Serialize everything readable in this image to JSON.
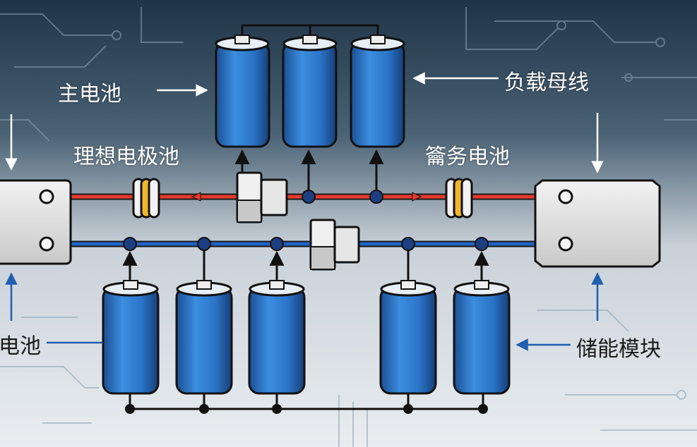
{
  "labels": {
    "main_battery": "主电池",
    "ideal_pole_battery": "理想电极池",
    "load_bus": "负载母线",
    "service_battery": "籥务电池",
    "left_battery_partial": "电池",
    "storage_module": "储能模块"
  },
  "colors": {
    "background_top": "#1f3447",
    "background_bottom": "#e9edf0",
    "red_bus": "#e8392b",
    "blue_bus": "#1f63c4",
    "cell_blue": "#2f7fd2",
    "wire": "#111111",
    "arrow_blue": "#1f5fb0",
    "fuse_yellow": "#f1b72b",
    "connector_gray": "#e6e6e6"
  },
  "icons": {
    "battery": "battery-cell-icon",
    "fuse": "fuse-icon",
    "connector": "connector-block-icon",
    "terminal": "terminal-box-icon",
    "node": "junction-node-icon"
  }
}
